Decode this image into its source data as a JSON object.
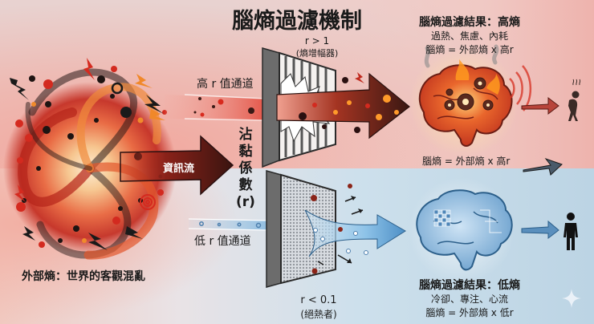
{
  "title": "腦熵過濾機制",
  "source": {
    "label": "外部熵：世界的客觀混亂",
    "flow_label": "資訊流"
  },
  "filter": {
    "coefficient_label": [
      "沾",
      "黏",
      "係",
      "數",
      "(r)"
    ],
    "high_channel": {
      "label": "高 r 值通道",
      "condition": "r > 1",
      "role": "(熵增幅器)"
    },
    "low_channel": {
      "label": "低 r 值通道",
      "condition": "r < 0.1",
      "role": "(絕熱者)"
    }
  },
  "results": {
    "high": {
      "title": "腦熵過濾結果：高熵",
      "symptoms": "過熱、焦慮、內耗",
      "formula": "腦熵 = 外部熵 x 高r",
      "formula_repeat": "腦熵 = 外部熵 x 高r",
      "outcome_icon": "exhausted-person-icon"
    },
    "low": {
      "title": "腦熵過濾結果：低熵",
      "symptoms": "冷卻、專注、心流",
      "formula": "腦熵 = 外部熵 x 低r",
      "outcome_icon": "standing-person-icon"
    }
  },
  "colors": {
    "high_accent": "#d8382a",
    "high_dark": "#5a1a14",
    "low_accent": "#5a9bd0",
    "low_dark": "#2c5f8a",
    "text": "#1a1a1a"
  }
}
